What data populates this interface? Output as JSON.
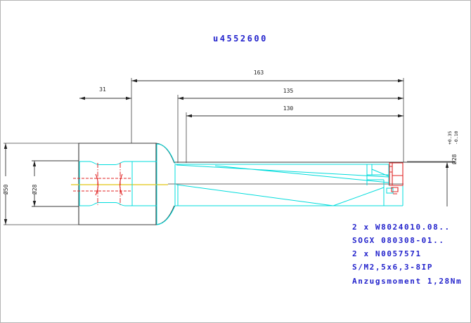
{
  "title": "u4552600",
  "colors": {
    "note_blue": "#2323cc",
    "tool_cyan": "#00dcdc",
    "detail_red": "#e02424",
    "center_yellow": "#e6cf3a",
    "line_dark": "#333333"
  },
  "dims": {
    "total_length": "163",
    "length_135": "135",
    "length_130": "130",
    "shank_offset": "31",
    "flange_dia": "Ø50",
    "shank_dia": "Ø28",
    "cut_dia": "Ø28",
    "cut_tol_upper": "+0.35",
    "cut_tol_lower": "-0.10"
  },
  "notes": [
    "2 x W8024010.08..",
    "SOGX 080308-01..",
    "2 x N0057571",
    "S/M2,5x6,3-8IP",
    "Anzugsmoment 1,28Nm"
  ]
}
